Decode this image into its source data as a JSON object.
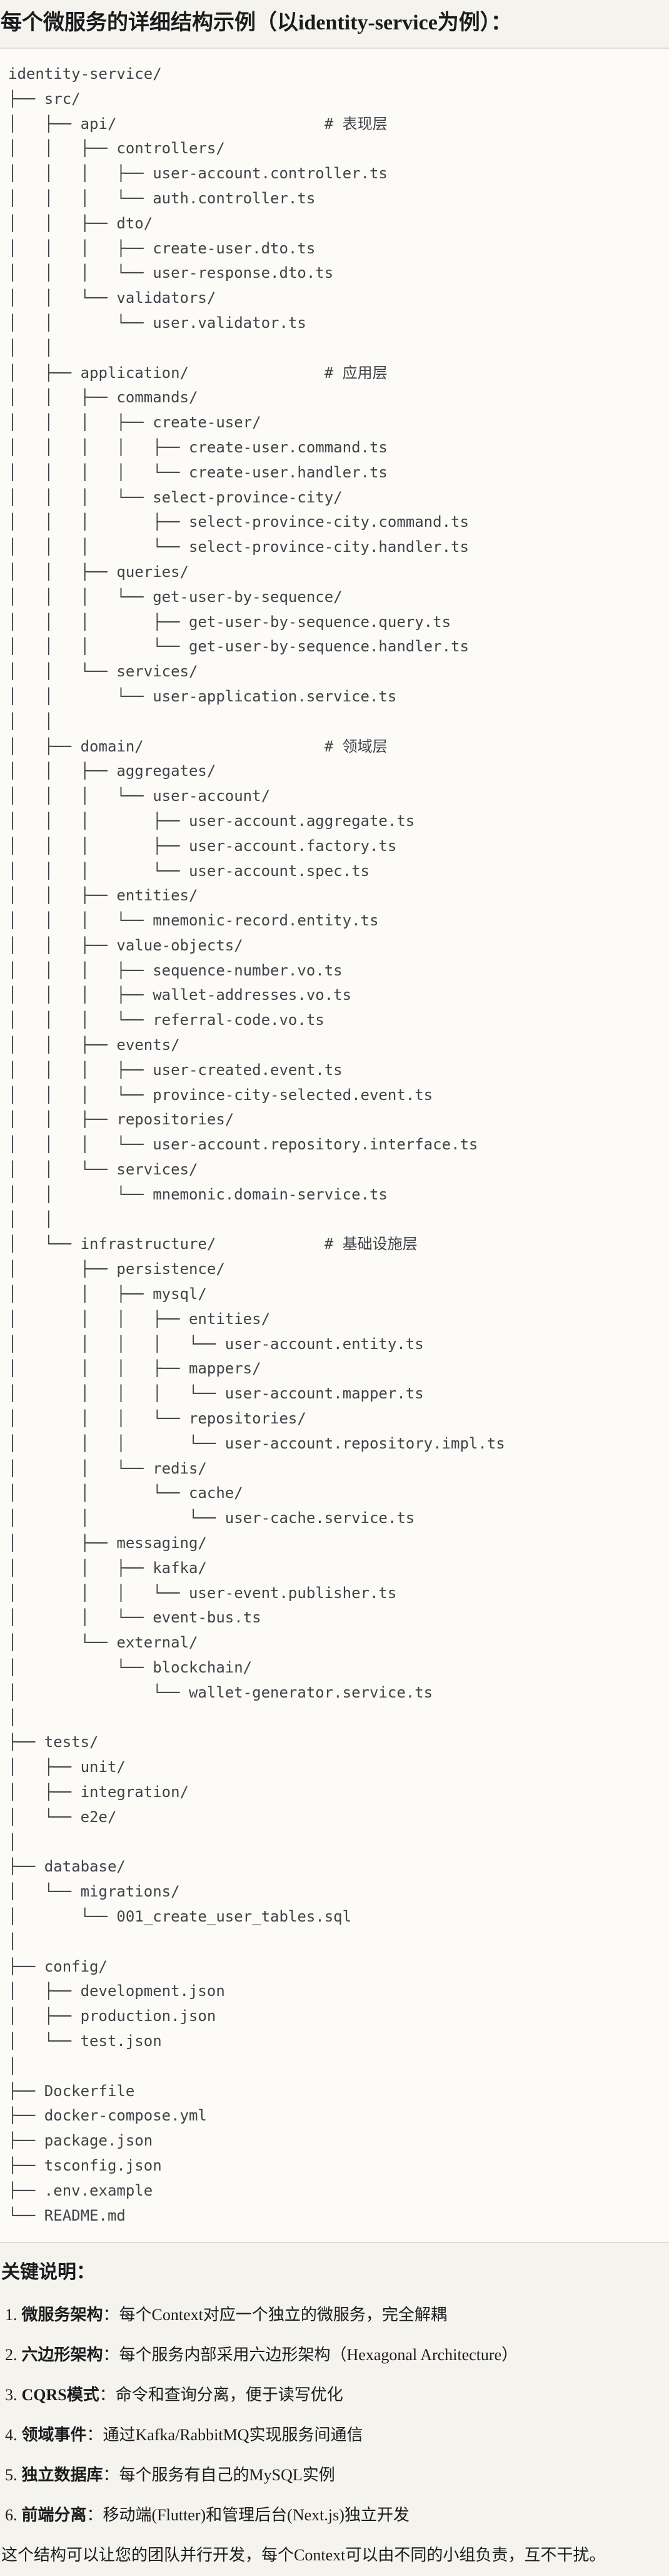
{
  "page": {
    "title": "每个微服务的详细结构示例（以identity-service为例）：",
    "colors": {
      "page_background": "#f5f3ed",
      "code_background": "#fcfbf8",
      "code_border": "#e0ded7",
      "code_text": "#3f4348",
      "body_text": "#1a1b1e"
    }
  },
  "code_block": {
    "content_type": "directory-tree",
    "root": "identity-service/",
    "layer_comments": [
      "# 表现层",
      "# 应用层",
      "# 领域层",
      "# 基础设施层"
    ],
    "lines": [
      "identity-service/",
      "├── src/",
      "│   ├── api/                       # 表现层",
      "│   │   ├── controllers/",
      "│   │   │   ├── user-account.controller.ts",
      "│   │   │   └── auth.controller.ts",
      "│   │   ├── dto/",
      "│   │   │   ├── create-user.dto.ts",
      "│   │   │   └── user-response.dto.ts",
      "│   │   └── validators/",
      "│   │       └── user.validator.ts",
      "│   │",
      "│   ├── application/               # 应用层",
      "│   │   ├── commands/",
      "│   │   │   ├── create-user/",
      "│   │   │   │   ├── create-user.command.ts",
      "│   │   │   │   └── create-user.handler.ts",
      "│   │   │   └── select-province-city/",
      "│   │   │       ├── select-province-city.command.ts",
      "│   │   │       └── select-province-city.handler.ts",
      "│   │   ├── queries/",
      "│   │   │   └── get-user-by-sequence/",
      "│   │   │       ├── get-user-by-sequence.query.ts",
      "│   │   │       └── get-user-by-sequence.handler.ts",
      "│   │   └── services/",
      "│   │       └── user-application.service.ts",
      "│   │",
      "│   ├── domain/                    # 领域层",
      "│   │   ├── aggregates/",
      "│   │   │   └── user-account/",
      "│   │   │       ├── user-account.aggregate.ts",
      "│   │   │       ├── user-account.factory.ts",
      "│   │   │       └── user-account.spec.ts",
      "│   │   ├── entities/",
      "│   │   │   └── mnemonic-record.entity.ts",
      "│   │   ├── value-objects/",
      "│   │   │   ├── sequence-number.vo.ts",
      "│   │   │   ├── wallet-addresses.vo.ts",
      "│   │   │   └── referral-code.vo.ts",
      "│   │   ├── events/",
      "│   │   │   ├── user-created.event.ts",
      "│   │   │   └── province-city-selected.event.ts",
      "│   │   ├── repositories/",
      "│   │   │   └── user-account.repository.interface.ts",
      "│   │   └── services/",
      "│   │       └── mnemonic.domain-service.ts",
      "│   │",
      "│   └── infrastructure/            # 基础设施层",
      "│       ├── persistence/",
      "│       │   ├── mysql/",
      "│       │   │   ├── entities/",
      "│       │   │   │   └── user-account.entity.ts",
      "│       │   │   ├── mappers/",
      "│       │   │   │   └── user-account.mapper.ts",
      "│       │   │   └── repositories/",
      "│       │   │       └── user-account.repository.impl.ts",
      "│       │   └── redis/",
      "│       │       └── cache/",
      "│       │           └── user-cache.service.ts",
      "│       ├── messaging/",
      "│       │   ├── kafka/",
      "│       │   │   └── user-event.publisher.ts",
      "│       │   └── event-bus.ts",
      "│       └── external/",
      "│           └── blockchain/",
      "│               └── wallet-generator.service.ts",
      "│",
      "├── tests/",
      "│   ├── unit/",
      "│   ├── integration/",
      "│   └── e2e/",
      "│",
      "├── database/",
      "│   └── migrations/",
      "│       └── 001_create_user_tables.sql",
      "│",
      "├── config/",
      "│   ├── development.json",
      "│   ├── production.json",
      "│   └── test.json",
      "│",
      "├── Dockerfile",
      "├── docker-compose.yml",
      "├── package.json",
      "├── tsconfig.json",
      "├── .env.example",
      "└── README.md"
    ]
  },
  "notes": {
    "heading": "关键说明：",
    "items": [
      {
        "no": "1.",
        "term": "微服务架构",
        "desc": "：每个Context对应一个独立的微服务，完全解耦"
      },
      {
        "no": "2.",
        "term": "六边形架构",
        "desc": "：每个服务内部采用六边形架构（Hexagonal Architecture）"
      },
      {
        "no": "3.",
        "term": "CQRS模式",
        "desc": "：命令和查询分离，便于读写优化"
      },
      {
        "no": "4.",
        "term": "领域事件",
        "desc": "：通过Kafka/RabbitMQ实现服务间通信"
      },
      {
        "no": "5.",
        "term": "独立数据库",
        "desc": "：每个服务有自己的MySQL实例"
      },
      {
        "no": "6.",
        "term": "前端分离",
        "desc": "：移动端(Flutter)和管理后台(Next.js)独立开发"
      }
    ],
    "footer": "这个结构可以让您的团队并行开发，每个Context可以由不同的小组负责，互不干扰。"
  }
}
